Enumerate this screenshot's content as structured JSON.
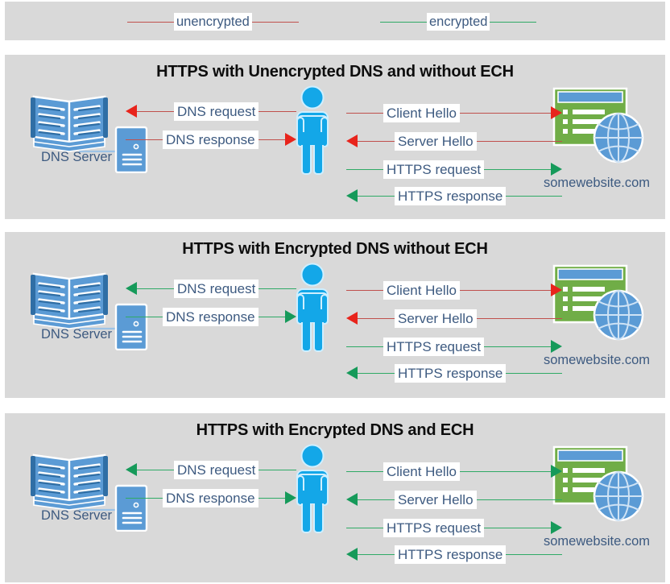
{
  "legend": {
    "items": [
      {
        "id": "unencrypted",
        "label": "unencrypted",
        "color": "#c0504d",
        "arrow_color": "#e8241c"
      },
      {
        "id": "encrypted",
        "label": "encrypted",
        "color": "#2faa66",
        "arrow_color": "#169a5a"
      }
    ]
  },
  "colors": {
    "panel_background": "#d9d9d9",
    "page_background": "#ffffff",
    "title_text": "#0d0d0d",
    "label_text": "#3d5a80",
    "label_background": "#ffffff",
    "unencrypted_line": "#c0504d",
    "unencrypted_head": "#e8241c",
    "encrypted_line": "#2faa66",
    "encrypted_head": "#169a5a",
    "person": "#13a7e8",
    "dns_icon": "#5b9bd5",
    "website_body": "#70ad47",
    "website_titlebar": "#5b9bd5",
    "globe": "#5b9bd5"
  },
  "nodes": {
    "dns_server_label": "DNS Server",
    "website_label": "somewebsite.com",
    "dns_server_icon": "book-server-icon",
    "person_icon": "person-icon",
    "website_icon": "browser-globe-icon"
  },
  "panels": [
    {
      "id": "panel-1",
      "title": "HTTPS with Unencrypted DNS and without ECH",
      "dns_flows": [
        {
          "label": "DNS request",
          "direction": "left",
          "encrypted": false
        },
        {
          "label": "DNS response",
          "direction": "right",
          "encrypted": false
        }
      ],
      "https_flows": [
        {
          "label": "Client Hello",
          "direction": "right",
          "encrypted": false
        },
        {
          "label": "Server Hello",
          "direction": "left",
          "encrypted": false
        },
        {
          "label": "HTTPS request",
          "direction": "right",
          "encrypted": true
        },
        {
          "label": "HTTPS response",
          "direction": "left",
          "encrypted": true
        }
      ]
    },
    {
      "id": "panel-2",
      "title": "HTTPS with Encrypted DNS without ECH",
      "dns_flows": [
        {
          "label": "DNS request",
          "direction": "left",
          "encrypted": true
        },
        {
          "label": "DNS response",
          "direction": "right",
          "encrypted": true
        }
      ],
      "https_flows": [
        {
          "label": "Client Hello",
          "direction": "right",
          "encrypted": false
        },
        {
          "label": "Server Hello",
          "direction": "left",
          "encrypted": false
        },
        {
          "label": "HTTPS request",
          "direction": "right",
          "encrypted": true
        },
        {
          "label": "HTTPS response",
          "direction": "left",
          "encrypted": true
        }
      ]
    },
    {
      "id": "panel-3",
      "title": "HTTPS with Encrypted DNS and ECH",
      "dns_flows": [
        {
          "label": "DNS request",
          "direction": "left",
          "encrypted": true
        },
        {
          "label": "DNS response",
          "direction": "right",
          "encrypted": true
        }
      ],
      "https_flows": [
        {
          "label": "Client Hello",
          "direction": "right",
          "encrypted": true
        },
        {
          "label": "Server Hello",
          "direction": "left",
          "encrypted": true
        },
        {
          "label": "HTTPS request",
          "direction": "right",
          "encrypted": true
        },
        {
          "label": "HTTPS response",
          "direction": "left",
          "encrypted": true
        }
      ]
    }
  ]
}
